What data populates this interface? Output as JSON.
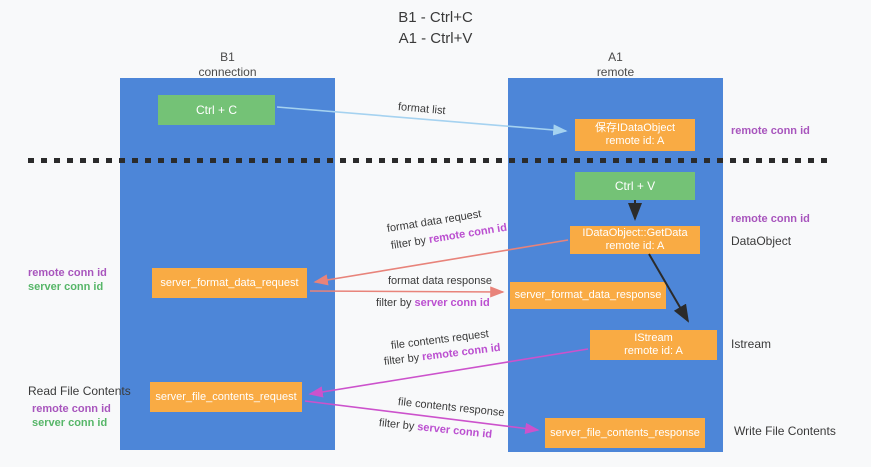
{
  "title": {
    "line1": "B1 - Ctrl+C",
    "line2": "A1 - Ctrl+V"
  },
  "lifelines": {
    "left": {
      "name": "B1",
      "role": "connection"
    },
    "right": {
      "name": "A1",
      "role": "remote"
    }
  },
  "boxes": {
    "ctrl_c": "Ctrl + C",
    "ctrl_v": "Ctrl + V",
    "save_idataobject": {
      "line1": "保存IDataObject",
      "line2": "remote id: A"
    },
    "getdata": {
      "line1": "IDataObject::GetData",
      "line2": "remote id: A"
    },
    "istream": {
      "line1": "IStream",
      "line2": "remote id: A"
    },
    "format_request": "server_format_data_request",
    "format_response": "server_format_data_response",
    "file_request": "server_file_contents_request",
    "file_response": "server_file_contents_response"
  },
  "flow_labels": {
    "format_list": "format list",
    "format_data_request": "format data request",
    "format_data_response": "format data response",
    "file_contents_request": "file contents request",
    "file_contents_response": "file contents response",
    "filter_by": "filter by",
    "remote_conn_id": "remote conn id",
    "server_conn_id": "server conn id"
  },
  "side_labels": {
    "left_remote_conn_id_top": "remote conn id",
    "left_server_conn_id_top": "server conn id",
    "read_file_contents": "Read File Contents",
    "left_remote_conn_id_bottom": "remote conn id",
    "left_server_conn_id_bottom": "server conn id",
    "right_remote_conn_id_top": "remote conn id",
    "right_remote_conn_id_mid": "remote conn id",
    "dataobject": "DataObject",
    "istream": "Istream",
    "write_file_contents": "Write File Contents"
  },
  "colors": {
    "bg": "#f8f9fa",
    "lifeline_blue": "#4d86d8",
    "box_green": "#74c276",
    "box_orange": "#f9ab44",
    "arrow_light_blue": "#a5d2f0",
    "arrow_salmon": "#e8837a",
    "arrow_magenta": "#cc52cc",
    "arrow_black": "#2b2b2b",
    "text_purple": "#a855bd",
    "text_magenta": "#bb4fd0",
    "text_green": "#56b668"
  }
}
